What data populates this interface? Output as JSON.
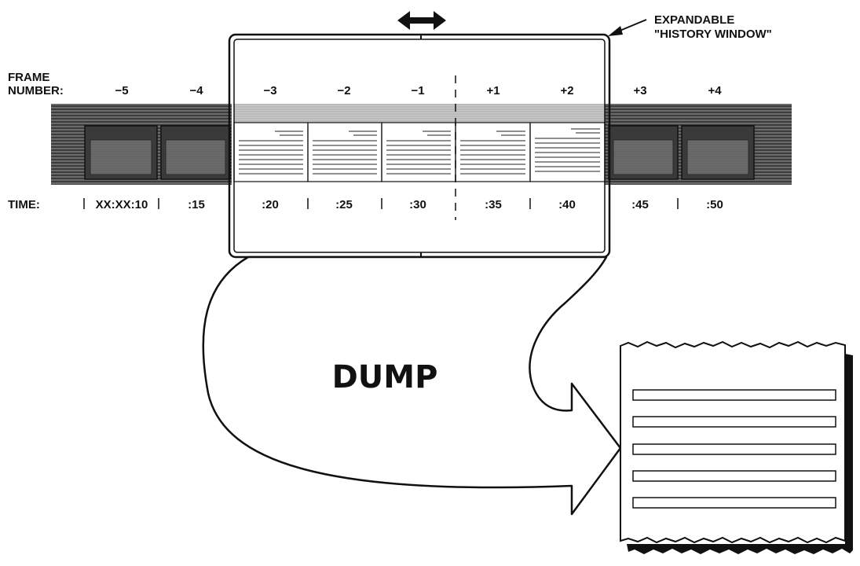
{
  "frame_row": {
    "label_line1": "FRAME",
    "label_line2": "NUMBER:",
    "frames": [
      "−5",
      "−4",
      "−3",
      "−2",
      "−1",
      "+1",
      "+2",
      "+3",
      "+4"
    ]
  },
  "time_row": {
    "label": "TIME:",
    "times": [
      "XX:XX:10",
      ":15",
      ":20",
      ":25",
      ":30",
      ":35",
      ":40",
      ":45",
      ":50"
    ]
  },
  "callout": {
    "line1": "EXPANDABLE",
    "line2": "\"HISTORY WINDOW\""
  },
  "dump_label": "DUMP",
  "icons": {
    "expand": "double-headed-arrow-icon",
    "flow": "curved-arrow",
    "output": "torn-document"
  }
}
